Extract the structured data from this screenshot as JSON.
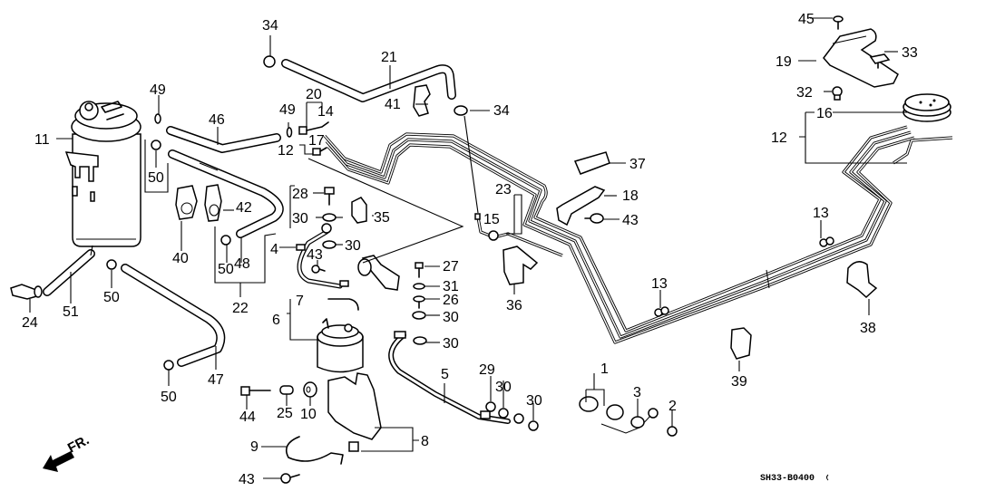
{
  "diagram": {
    "title": "Fuel Lines / Charcoal Canister Parts Diagram",
    "diagram_code": "SH33-B0400",
    "direction_label": "FR.",
    "direction_icon": "front-arrow-icon",
    "callouts": {
      "c1": "1",
      "c2": "2",
      "c3": "3",
      "c4": "4",
      "c5": "5",
      "c6": "6",
      "c7": "7",
      "c8": "8",
      "c9": "9",
      "c10": "10",
      "c11": "11",
      "c12a": "12",
      "c12b": "12",
      "c13a": "13",
      "c13b": "13",
      "c14": "14",
      "c15": "15",
      "c16": "16",
      "c17": "17",
      "c18": "18",
      "c19": "19",
      "c20": "20",
      "c21": "21",
      "c22": "22",
      "c23": "23",
      "c24": "24",
      "c25": "25",
      "c26": "26",
      "c27": "27",
      "c28": "28",
      "c29": "29",
      "c30a": "30",
      "c30b": "30",
      "c30c": "30",
      "c30d": "30",
      "c30e": "30",
      "c30f": "30",
      "c31": "31",
      "c32": "32",
      "c33": "33",
      "c34a": "34",
      "c34b": "34",
      "c35": "35",
      "c36": "36",
      "c37": "37",
      "c38": "38",
      "c39": "39",
      "c40": "40",
      "c41": "41",
      "c42": "42",
      "c43a": "43",
      "c43b": "43",
      "c43c": "43",
      "c44": "44",
      "c45": "45",
      "c46": "46",
      "c47": "47",
      "c48": "48",
      "c49a": "49",
      "c49b": "49",
      "c50a": "50",
      "c50b": "50",
      "c50c": "50",
      "c50d": "50",
      "c51": "51"
    },
    "parts": [
      {
        "ref": "11",
        "name": "charcoal canister"
      },
      {
        "ref": "21",
        "name": "hose"
      },
      {
        "ref": "46",
        "name": "hose"
      },
      {
        "ref": "47",
        "name": "hose"
      },
      {
        "ref": "51",
        "name": "hose"
      },
      {
        "ref": "12",
        "name": "fuel pipe set"
      },
      {
        "ref": "6",
        "name": "fuel filter"
      },
      {
        "ref": "5",
        "name": "fuel hose"
      },
      {
        "ref": "4",
        "name": "fuel hose"
      },
      {
        "ref": "16",
        "name": "pipe grommet"
      },
      {
        "ref": "19",
        "name": "pipe cover"
      },
      {
        "ref": "8",
        "name": "filter bracket"
      },
      {
        "ref": "9",
        "name": "filter clamp"
      }
    ]
  }
}
